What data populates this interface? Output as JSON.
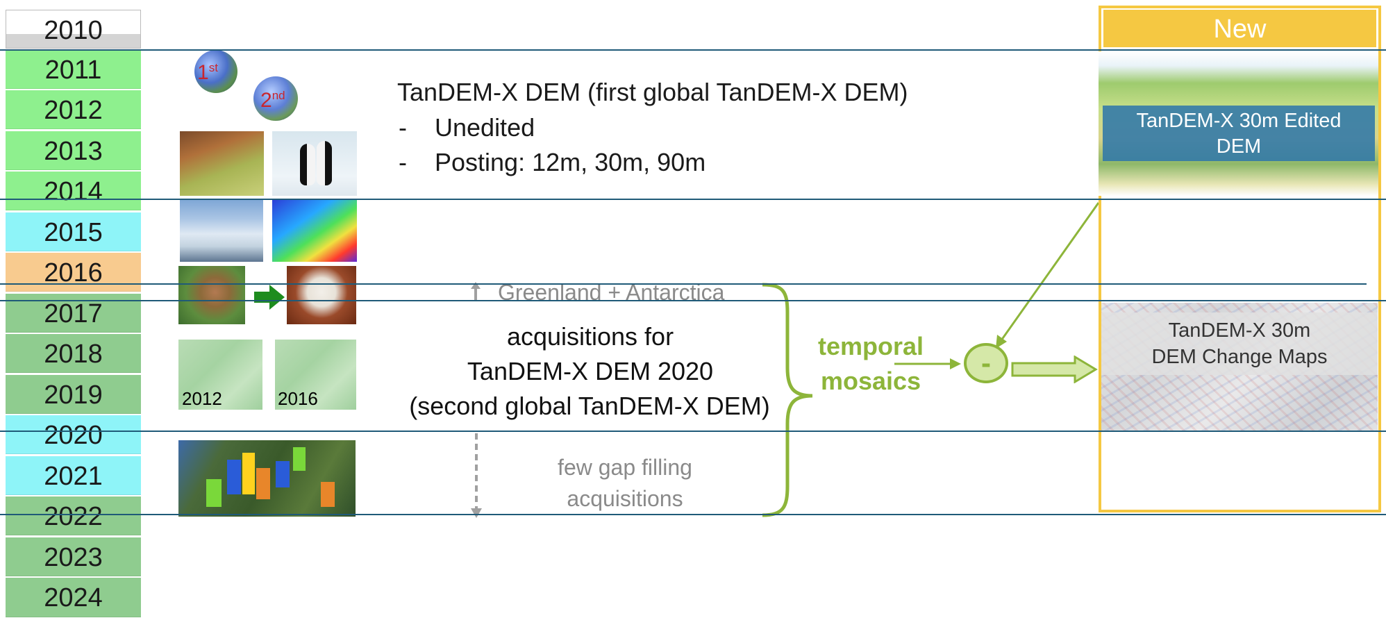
{
  "timeline": {
    "years": [
      {
        "label": "2010",
        "color": "#d4d4d4"
      },
      {
        "label": "2011",
        "color": "#8ef08e"
      },
      {
        "label": "2012",
        "color": "#8ef08e"
      },
      {
        "label": "2013",
        "color": "#8ef08e"
      },
      {
        "label": "2014",
        "color": "#8ef08e"
      },
      {
        "label": "2015",
        "color": "#8ef4f8"
      },
      {
        "label": "2016",
        "color": "#f8cb8f"
      },
      {
        "label": "2017",
        "color": "#8fcc8f"
      },
      {
        "label": "2018",
        "color": "#8fcc8f"
      },
      {
        "label": "2019",
        "color": "#8fcc8f"
      },
      {
        "label": "2020",
        "color": "#8ef4f8"
      },
      {
        "label": "2021",
        "color": "#8ef4f8"
      },
      {
        "label": "2022",
        "color": "#8fcc8f"
      },
      {
        "label": "2023",
        "color": "#8fcc8f"
      },
      {
        "label": "2024",
        "color": "#8fcc8f"
      }
    ]
  },
  "globes": {
    "first": "1",
    "first_sup": "st",
    "second": "2",
    "second_sup": "nd"
  },
  "thumbnails": {
    "label_2012": "2012",
    "label_2016": "2016"
  },
  "dem1": {
    "title": "TanDEM-X DEM (first global TanDEM-X DEM)",
    "bullet1": "Unedited",
    "bullet2": "Posting: 12m, 30m, 90m",
    "dash": "-"
  },
  "greenland": "Greenland + Antarctica",
  "acq": {
    "line1": "acquisitions for",
    "line2": "TanDEM-X DEM 2020",
    "line3": "(second global TanDEM-X DEM)"
  },
  "gap": {
    "line1": "few gap filling",
    "line2": "acquisitions"
  },
  "temporal": {
    "line1": "temporal",
    "line2": "mosaics",
    "minus": "-"
  },
  "new_panel": {
    "header": "New",
    "edited_line1": "TanDEM-X 30m Edited",
    "edited_line2": "DEM",
    "change_line1": "TanDEM-X 30m",
    "change_line2": "DEM Change Maps"
  },
  "colors": {
    "accent_green": "#8db53a",
    "new_gold": "#f5c842",
    "rule_line": "#1f5a78"
  }
}
